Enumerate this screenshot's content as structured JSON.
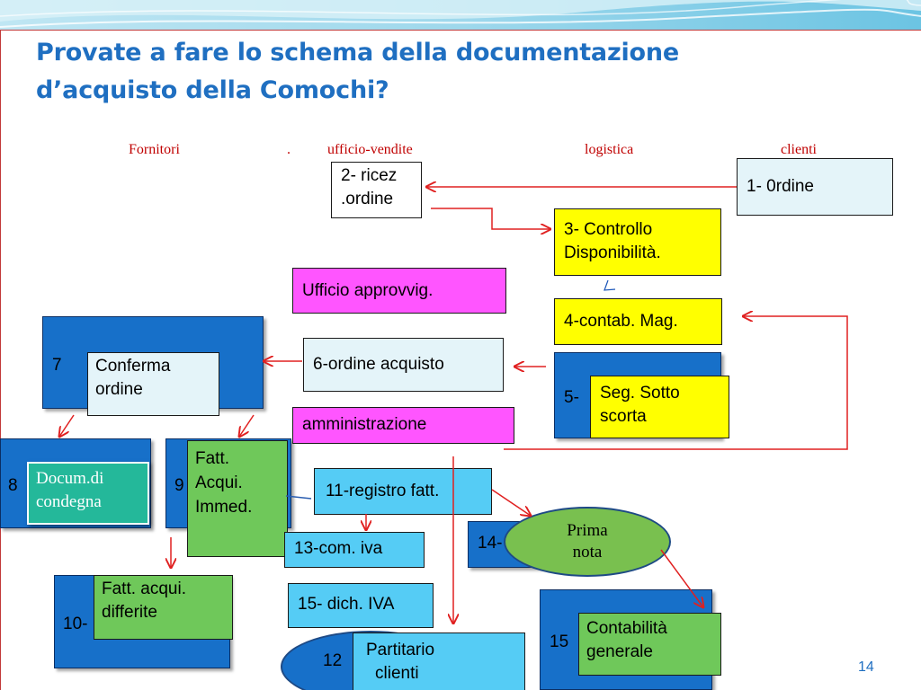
{
  "title": {
    "line1": "Provate a fare lo schema della documentazione",
    "line2": "d’acquisto della Comochi?"
  },
  "headers": {
    "fornitori": "Fornitori",
    "dot": ".",
    "ufficio_vendite": "ufficio-vendite",
    "logistica": "logistica",
    "clienti": "clienti"
  },
  "nodes": {
    "ricez_line1": "2- ricez",
    "ricez_line2": ".ordine",
    "ordine": "1- 0rdine",
    "controllo_line1": "3- Controllo",
    "controllo_line2": "Disponibilità.",
    "ufficio_approvvig": "Ufficio approvvig.",
    "contab_mag": "4-contab. Mag.",
    "n7": "7",
    "conferma_line1": "Conferma",
    "conferma_line2": "ordine",
    "ordine_acquisto": "6-ordine acquisto",
    "n5": "5-",
    "seg_line1": "Seg. Sotto",
    "seg_line2": "scorta",
    "amministrazione": "amministrazione",
    "n8": "8",
    "docum_line1": "Docum.di",
    "docum_line2": "condegna",
    "n9": "9",
    "fatt_imm_line1": "Fatt.",
    "fatt_imm_line2": "Acqui.",
    "fatt_imm_line3": "Immed.",
    "registro": "11-registro fatt.",
    "n14": "14-",
    "prima_line1": "Prima",
    "prima_line2": "nota",
    "com_iva": "13-com. iva",
    "n10": "10-",
    "fatt_diff_line1": "Fatt. acqui.",
    "fatt_diff_line2": "differite",
    "dich_iva": "15- dich. IVA",
    "n15": "15",
    "contab_line1": "Contabilità",
    "contab_line2": "generale",
    "n12": "12",
    "partitario_line1": "Partitario",
    "partitario_line2": "clienti"
  },
  "page_number": "14",
  "colors": {
    "title": "#1f6fc1",
    "header_text": "#c00000",
    "arrow": "#e02020",
    "blue_box": "#1770c9",
    "yellow_box": "#ffff00",
    "magenta_box": "#ff55ff",
    "cyan_box": "#55ccf5",
    "green_box": "#6fc85a",
    "teal_box": "#24b89a"
  }
}
